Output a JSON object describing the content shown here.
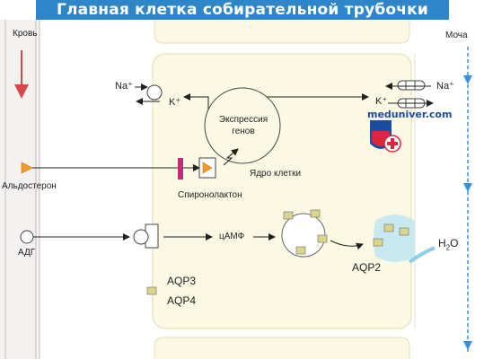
{
  "title": "Главная клетка собирательной трубочки",
  "labels": {
    "blood": "Кровь",
    "urine": "Моча",
    "aldosterone": "Альдостерон",
    "adh": "АДГ",
    "na_left": "Na⁺",
    "k_left": "K⁺",
    "na_right": "Na⁺",
    "k_right": "K⁺",
    "gene_expression": "Экспрессия\nгенов",
    "nucleus": "Ядро клетки",
    "spironolactone": "Спиронолактон",
    "camp": "цАМФ",
    "aqp2": "AQP2",
    "aqp3": "AQP3",
    "aqp4": "AQP4",
    "water_h": "H",
    "water_sub": "2",
    "water_o": "O"
  },
  "watermark": "meduniver.com",
  "colors": {
    "title_bg": "#2e86c8",
    "cell_fill": "#fbf8e4",
    "blood_arrow": "#d84848",
    "urine_arrow": "#3a8fd6",
    "aldosterone": "#f39a2a",
    "spironolactone": "#c8287a",
    "aquaporin": "#d9d58a",
    "water_blue": "#bfe6f2"
  }
}
